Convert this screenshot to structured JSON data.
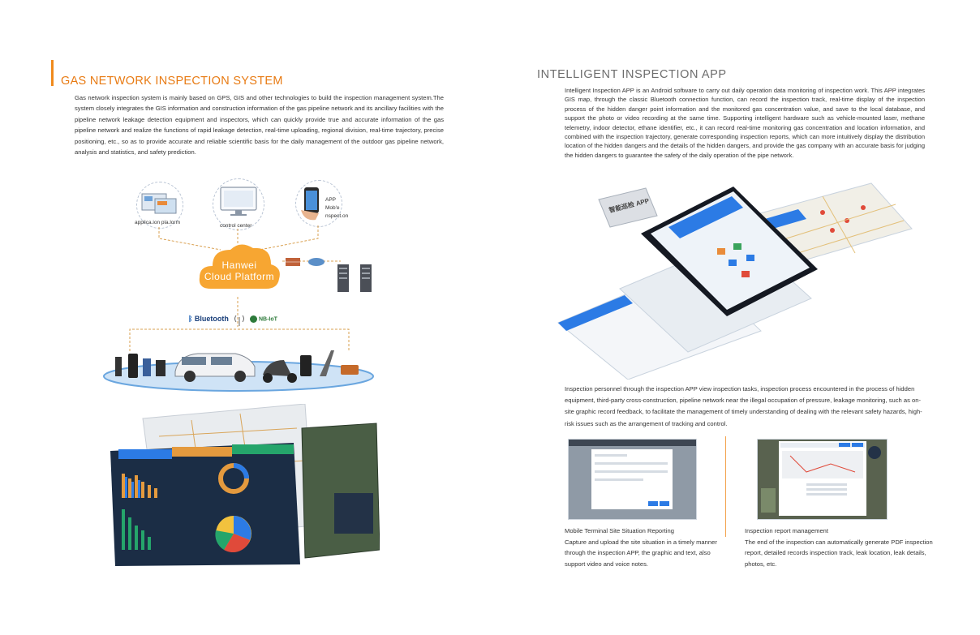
{
  "left": {
    "title": "GAS NETWORK INSPECTION SYSTEM",
    "body": "Gas network inspection system is mainly based on GPS, GIS and other technologies to build the inspection management system.The system closely integrates the GIS information and construction information of the gas pipeline network and its ancillary facilities with the pipeline network leakage detection equipment and inspectors, which can quickly provide true and accurate information of the gas pipeline network and realize the functions of rapid leakage detection, real-time uploading, regional division, real-time trajectory, precise positioning, etc., so as to provide accurate and reliable scientific basis for the daily management of the outdoor gas pipeline network, analysis and statistics, and safety prediction.",
    "diagram": {
      "node_application": "applica.ion pla.lorm",
      "node_control": "control center",
      "node_app_line1": "APP",
      "node_app_line2": "Mob'e",
      "node_app_line3": "nspect.on",
      "cloud_line1": "Hanwei",
      "cloud_line2": "Cloud Platform",
      "bluetooth": "Bluetooth",
      "nbiot": "NB-IoT"
    }
  },
  "right": {
    "title": "INTELLIGENT INSPECTION APP",
    "body": "Intelligent Inspection APP is an Android software to carry out daily operation data monitoring of inspection work. This APP integrates GIS map, through the classic Bluetooth connection function, can record the inspection track, real-time display of the inspection process of the hidden danger point information and the monitored gas concentration value, and save to the local database, and support the photo or video recording at the same time. Supporting intelligent hardware such as vehicle-mounted laser, methane telemetry, indoor detector, ethane identifier, etc., it can record real-time monitoring gas concentration and location information, and combined with the inspection trajectory, generate corresponding inspection reports, which can more intuitively display the distribution location of the hidden dangers and the details of the hidden dangers, and provide the gas company with an accurate basis for judging the hidden dangers to guarantee the safety of the daily operation of the pipe network.",
    "sign_text": "智能巡检 APP",
    "body2": "Inspection personnel through the inspection APP view inspection tasks, inspection process encountered in the process of hidden equipment, third-party cross-construction, pipeline network near the illegal occupation of pressure, leakage monitoring, such as on-site graphic record feedback, to facilitate the management of timely understanding of dealing with the relevant safety hazards, high-risk issues such as the arrangement of tracking and control.",
    "caption_left_title": "Mobile Terminal Site Situation Reporting",
    "caption_left_body": "Capture and upload the site situation in a timely manner through the inspection APP, the graphic and text, also support video and voice notes.",
    "caption_right_title": "Inspection report management",
    "caption_right_body": "The end of the inspection can automatically generate PDF inspection report, detailed records inspection track, leak location, leak details, photos, etc."
  },
  "colors": {
    "accent": "#f08a1c",
    "cloud": "#f7a632",
    "dark_panel": "#1b2d45",
    "blue": "#2c7be5"
  }
}
